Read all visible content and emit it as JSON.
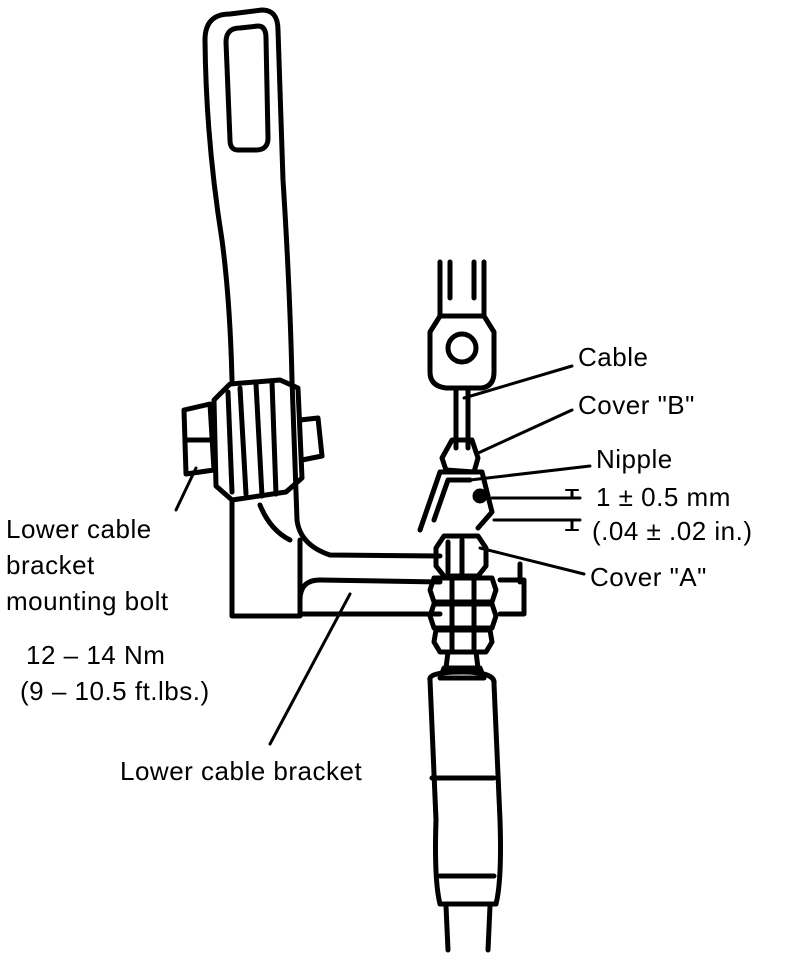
{
  "labels": {
    "cable": "Cable",
    "cover_b": "Cover \"B\"",
    "nipple": "Nipple",
    "gap_mm": "1 ± 0.5 mm",
    "gap_in": "(.04 ± .02 in.)",
    "cover_a": "Cover \"A\"",
    "bolt_line1": "Lower cable",
    "bolt_line2": "bracket",
    "bolt_line3": "mounting bolt",
    "torque_nm": "12 – 14 Nm",
    "torque_ftlbs": "(9 – 10.5 ft.lbs.)",
    "lower_bracket": "Lower cable bracket"
  },
  "colors": {
    "ink": "#000000",
    "paper": "#ffffff"
  }
}
